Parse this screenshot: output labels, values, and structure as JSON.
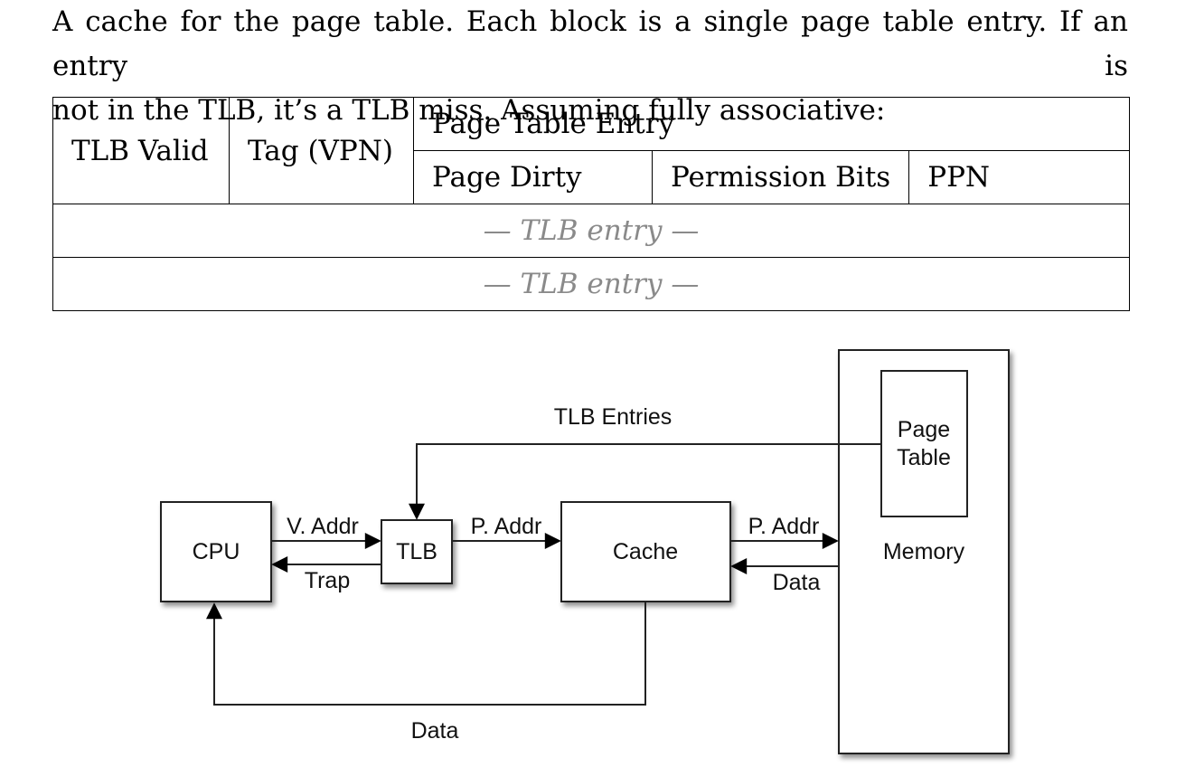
{
  "intro": {
    "line1": "A cache for the page table. Each block is a single page table entry. If an entry is",
    "line2": "not in the TLB, it’s a TLB miss. Assuming fully associative:"
  },
  "table": {
    "header": {
      "valid": "TLB Valid",
      "tag": "Tag (VPN)",
      "pte": "Page Table Entry",
      "dirty": "Page Dirty",
      "perm": "Permission Bits",
      "ppn": "PPN"
    },
    "rows": [
      "— TLB entry —",
      "— TLB entry —"
    ]
  },
  "diagram": {
    "cpu": "CPU",
    "tlb": "TLB",
    "cache": "Cache",
    "memory": "Memory",
    "page_table_line1": "Page",
    "page_table_line2": "Table",
    "tlb_entries": "TLB Entries",
    "vaddr": "V. Addr",
    "trap": "Trap",
    "paddr1": "P. Addr",
    "paddr2": "P. Addr",
    "data_mem": "Data",
    "data_bottom": "Data"
  }
}
